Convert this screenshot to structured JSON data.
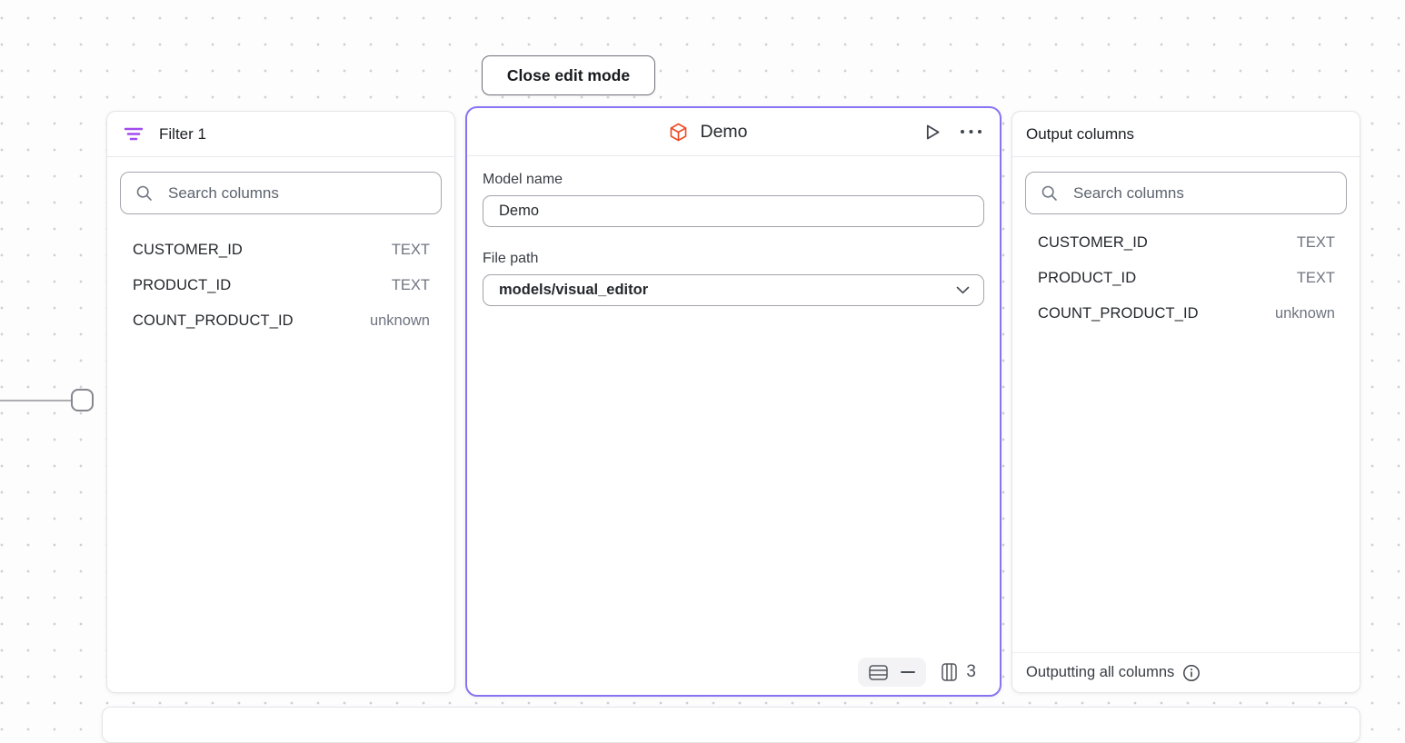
{
  "toolbar": {
    "close_button": "Close edit mode"
  },
  "filter_panel": {
    "title": "Filter 1",
    "search_placeholder": "Search columns",
    "search_value": "",
    "columns": [
      {
        "name": "CUSTOMER_ID",
        "type": "TEXT"
      },
      {
        "name": "PRODUCT_ID",
        "type": "TEXT"
      },
      {
        "name": "COUNT_PRODUCT_ID",
        "type": "unknown"
      }
    ]
  },
  "model_panel": {
    "title": "Demo",
    "model_name_label": "Model name",
    "model_name_value": "Demo",
    "file_path_label": "File path",
    "file_path_value": "models/visual_editor",
    "column_count": "3"
  },
  "output_panel": {
    "title": "Output columns",
    "search_placeholder": "Search columns",
    "search_value": "",
    "columns": [
      {
        "name": "CUSTOMER_ID",
        "type": "TEXT"
      },
      {
        "name": "PRODUCT_ID",
        "type": "TEXT"
      },
      {
        "name": "COUNT_PRODUCT_ID",
        "type": "unknown"
      }
    ],
    "footer_text": "Outputting all columns"
  },
  "icons": {
    "filter": "filter-icon",
    "model_cube": "cube-icon",
    "play": "play-icon",
    "ellipsis": "ellipsis-icon",
    "search": "search-icon",
    "chevron_down": "chevron-down-icon",
    "table_rows": "table-rows-icon",
    "minus": "minus-icon",
    "columns": "columns-icon",
    "info": "info-icon"
  },
  "colors": {
    "selection_purple": "#8a73f3",
    "filter_icon_purple": "#a24bf0",
    "model_icon_orange": "#ee4a24",
    "canvas_dot": "#d0d0d6",
    "panel_border": "#e5e5e9",
    "text_dark": "#24272c",
    "text_muted": "#6f7480"
  }
}
